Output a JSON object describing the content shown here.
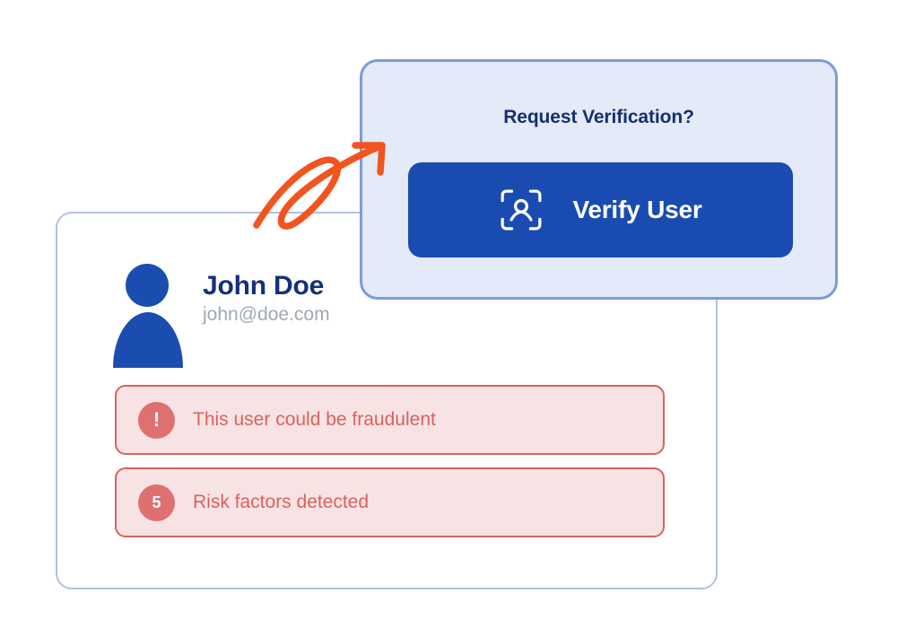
{
  "profile_card": {
    "avatar_icon": "user-avatar-icon",
    "user_name": "John Doe",
    "user_email": "john@doe.com",
    "alerts": [
      {
        "badge": "!",
        "badge_icon": "exclamation-badge-icon",
        "text": "This user could be fraudulent"
      },
      {
        "badge": "5",
        "badge_icon": "count-badge-icon",
        "text": "Risk factors detected"
      }
    ]
  },
  "verify_card": {
    "title": "Request Verification?",
    "button_label": "Verify User",
    "button_icon": "face-scan-icon"
  },
  "annotation": {
    "arrow_icon": "hand-drawn-arrow-icon"
  },
  "colors": {
    "page_background": "#ffffff",
    "primary_blue": "#1a4bb0",
    "avatar_blue": "#1b4cb0",
    "name_navy": "#15307a",
    "title_navy": "#16306e",
    "email_gray": "#9fa9b1",
    "card_border_blue": "#b3c0e0",
    "verify_card_background": "#e4eaf8",
    "verify_card_border": "#7d9adb",
    "alert_background": "#f7e3e3",
    "alert_border": "#d9625f",
    "alert_text": "#d9625f",
    "badge_fill": "#de7170",
    "arrow_orange": "#f1551f"
  }
}
